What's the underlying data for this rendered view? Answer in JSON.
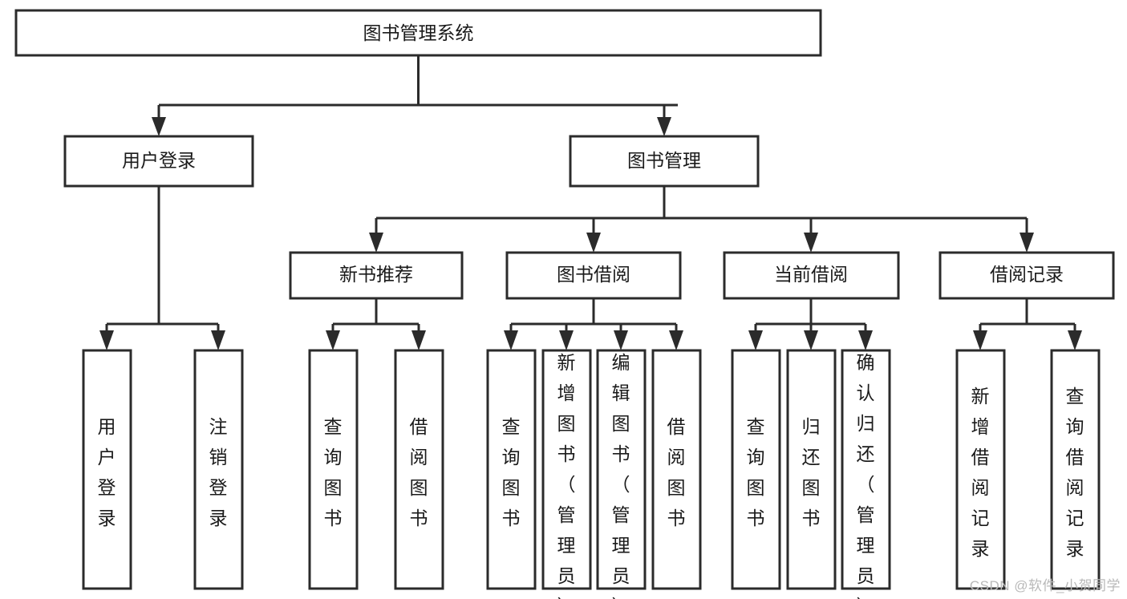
{
  "diagram": {
    "title": "图书管理系统",
    "type": "tree-hierarchy",
    "watermark": "CSDN @软件_小贺同学",
    "colors": {
      "stroke": "#2b2b2b",
      "fill": "#ffffff",
      "text": "#1a1a1a",
      "watermark": "#b9b9b9"
    },
    "levels": {
      "root": {
        "label": "图书管理系统"
      },
      "level2": [
        {
          "label": "用户登录"
        },
        {
          "label": "图书管理"
        }
      ],
      "level3": [
        {
          "label": "新书推荐"
        },
        {
          "label": "图书借阅"
        },
        {
          "label": "当前借阅"
        },
        {
          "label": "借阅记录"
        }
      ],
      "leaves": [
        {
          "label": "用户登录",
          "parent": "用户登录"
        },
        {
          "label": "注销登录",
          "parent": "用户登录"
        },
        {
          "label": "查询图书",
          "parent": "新书推荐"
        },
        {
          "label": "借阅图书",
          "parent": "新书推荐"
        },
        {
          "label": "查询图书",
          "parent": "图书借阅"
        },
        {
          "label": "新增图书（管理员）",
          "parent": "图书借阅"
        },
        {
          "label": "编辑图书（管理员）",
          "parent": "图书借阅"
        },
        {
          "label": "借阅图书",
          "parent": "图书借阅"
        },
        {
          "label": "查询图书",
          "parent": "当前借阅"
        },
        {
          "label": "归还图书",
          "parent": "当前借阅"
        },
        {
          "label": "确认归还（管理员）",
          "parent": "当前借阅"
        },
        {
          "label": "新增借阅记录",
          "parent": "借阅记录"
        },
        {
          "label": "查询借阅记录",
          "parent": "借阅记录"
        }
      ]
    }
  }
}
